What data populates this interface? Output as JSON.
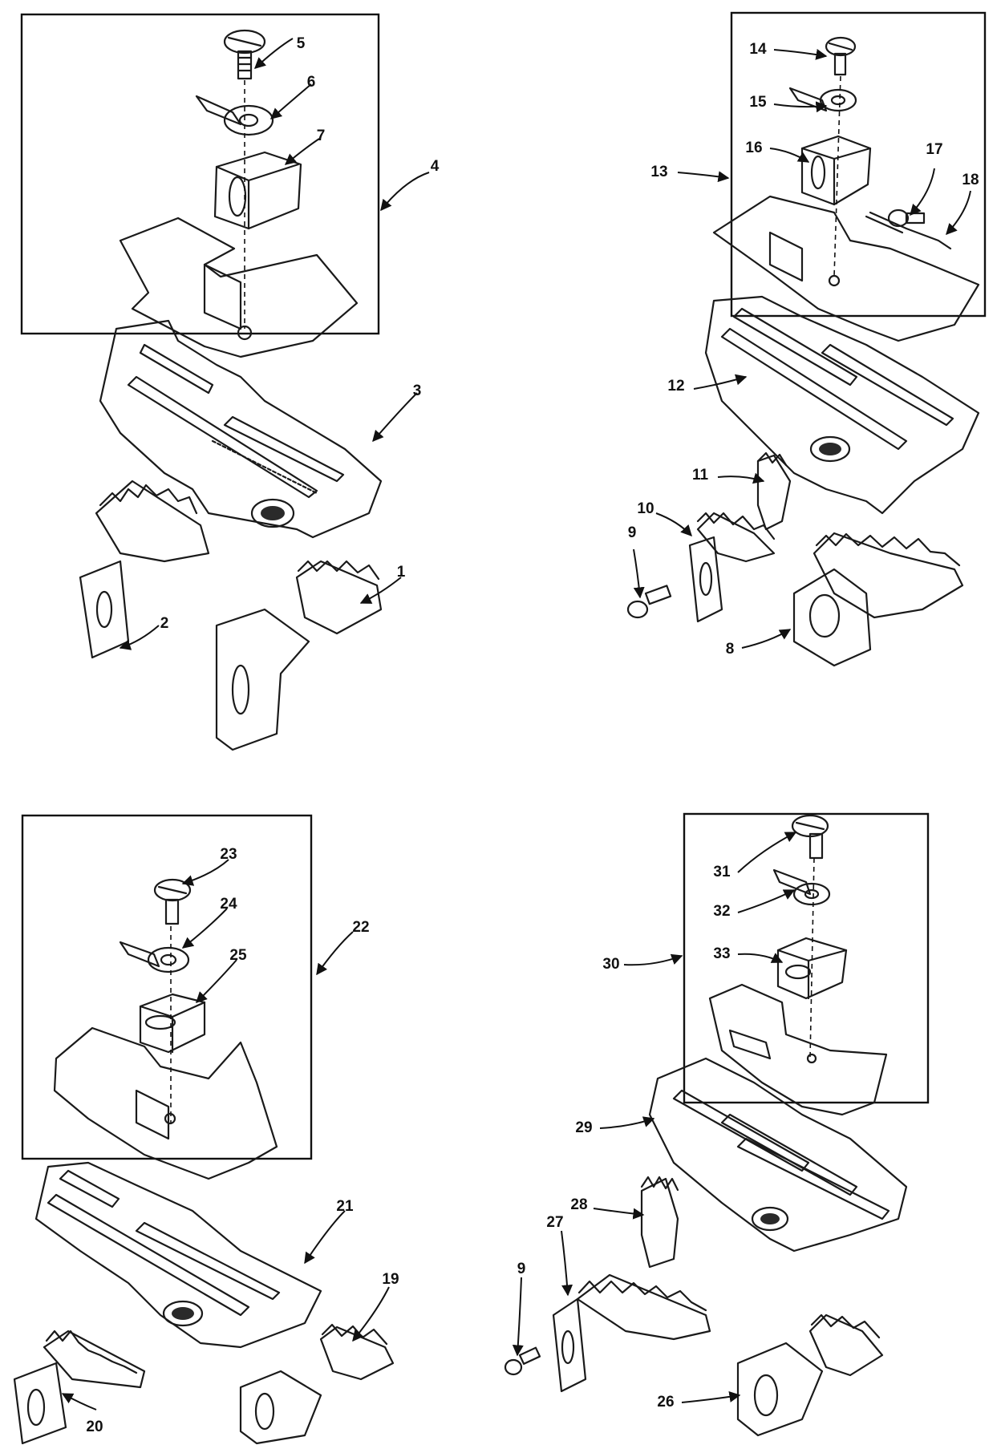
{
  "figure": {
    "callouts": {
      "c1": "1",
      "c2": "2",
      "c3": "3",
      "c4": "4",
      "c5": "5",
      "c6": "6",
      "c7": "7",
      "c8": "8",
      "c9a": "9",
      "c9b": "9",
      "c10": "10",
      "c11": "11",
      "c12": "12",
      "c13": "13",
      "c14": "14",
      "c15": "15",
      "c16": "16",
      "c17": "17",
      "c18": "18",
      "c19": "19",
      "c20": "20",
      "c21": "21",
      "c22": "22",
      "c23": "23",
      "c24": "24",
      "c25": "25",
      "c26": "26",
      "c27": "27",
      "c28": "28",
      "c29": "29",
      "c30": "30",
      "c31": "31",
      "c32": "32",
      "c33": "33"
    }
  }
}
